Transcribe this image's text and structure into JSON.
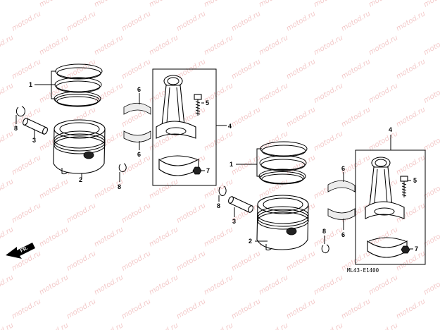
{
  "watermark": {
    "text": "motod.ru",
    "color": "#f3caca"
  },
  "diagram_code": "ML43-E1400",
  "front_arrow": {
    "label": "FR.",
    "icon": "front-arrow-icon"
  },
  "callouts": {
    "left_ring_set": "1",
    "left_piston": "2",
    "left_pin": "3",
    "left_rod_assembly": "4",
    "left_rod_bolt": "5",
    "left_bearing_upper": "6",
    "left_bearing_lower": "6",
    "left_rod_nut": "7",
    "left_clip_a": "8",
    "left_clip_b": "8",
    "right_ring_set": "1",
    "right_piston": "2",
    "right_pin": "3",
    "right_rod_assembly": "4",
    "right_rod_bolt": "5",
    "right_bearing_upper": "6",
    "right_bearing_lower": "6",
    "right_rod_nut": "7",
    "right_clip_a": "8",
    "right_clip_b": "8"
  }
}
